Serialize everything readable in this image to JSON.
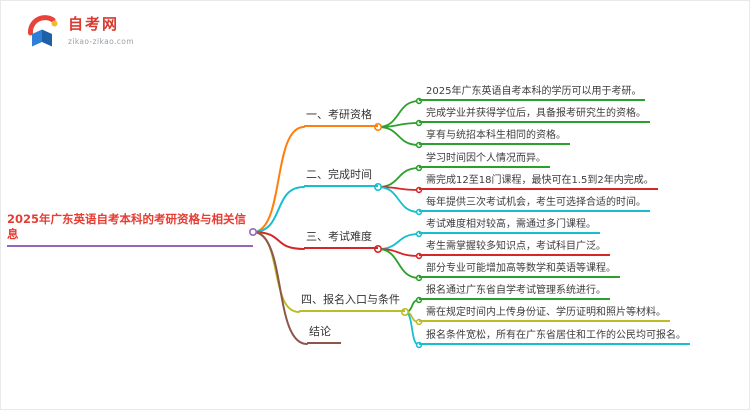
{
  "logo": {
    "site_name": "自考网",
    "site_url": "zikao-zikao.com"
  },
  "colors": {
    "title_red": "#e73c33",
    "root_underline": "#9467bd",
    "orange": "#ff7f0e",
    "teal": "#17becf",
    "red": "#d62728",
    "olive": "#bcbd22",
    "brown": "#8c564b",
    "green": "#2ca02c"
  },
  "main": {
    "title": "2025年广东英语自考本科的考研资格与相关信息"
  },
  "branches": [
    {
      "label": "一、考研资格",
      "color": "#ff7f0e",
      "children": [
        {
          "text": "2025年广东英语自考本科的学历可以用于考研。",
          "color": "#2ca02c"
        },
        {
          "text": "完成学业并获得学位后，具备报考研究生的资格。",
          "color": "#2ca02c"
        },
        {
          "text": "享有与统招本科生相同的资格。",
          "color": "#2ca02c"
        }
      ]
    },
    {
      "label": "二、完成时间",
      "color": "#17becf",
      "children": [
        {
          "text": "学习时间因个人情况而异。",
          "color": "#2ca02c"
        },
        {
          "text": "需完成12至18门课程，最快可在1.5到2年内完成。",
          "color": "#d62728"
        },
        {
          "text": "每年提供三次考试机会，考生可选择合适的时间。",
          "color": "#17becf"
        }
      ]
    },
    {
      "label": "三、考试难度",
      "color": "#d62728",
      "children": [
        {
          "text": "考试难度相对较高，需通过多门课程。",
          "color": "#17becf"
        },
        {
          "text": "考生需掌握较多知识点，考试科目广泛。",
          "color": "#d62728"
        },
        {
          "text": "部分专业可能增加高等数学和英语等课程。",
          "color": "#2ca02c"
        }
      ]
    },
    {
      "label": "四、报名入口与条件",
      "color": "#bcbd22",
      "children": [
        {
          "text": "报名通过广东省自学考试管理系统进行。",
          "color": "#2ca02c"
        },
        {
          "text": "需在规定时间内上传身份证、学历证明和照片等材料。",
          "color": "#bcbd22"
        },
        {
          "text": "报名条件宽松，所有在广东省居住和工作的公民均可报名。",
          "color": "#17becf"
        }
      ]
    },
    {
      "label": "结论",
      "color": "#8c564b",
      "children": []
    }
  ]
}
